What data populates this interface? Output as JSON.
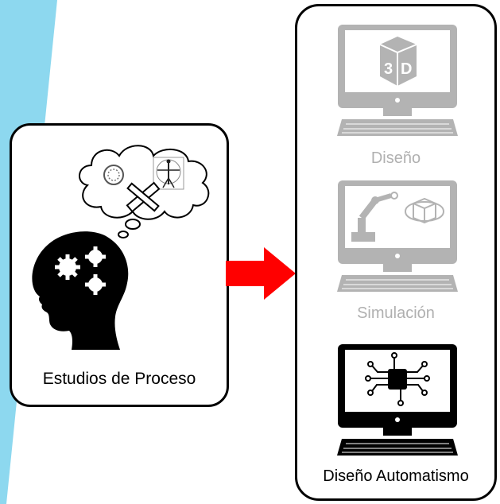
{
  "process": {
    "label": "Estudios de Proceso"
  },
  "stations": [
    {
      "label": "Diseño",
      "icon": "3d-cube-icon",
      "active": false
    },
    {
      "label": "Simulación",
      "icon": "robot-arm-icon",
      "active": false
    },
    {
      "label": "Diseño Automatismo",
      "icon": "microchip-icon",
      "active": true
    }
  ],
  "colors": {
    "accent_stripe": "#8dd8ef",
    "arrow": "#ff0000",
    "inactive_gray": "#b3b3b3",
    "active_black": "#000000"
  },
  "icons": {
    "thinking_head": "head-with-gears-icon",
    "thought_bubble": "thought-bubble-icon",
    "arrow": "right-arrow-icon"
  }
}
